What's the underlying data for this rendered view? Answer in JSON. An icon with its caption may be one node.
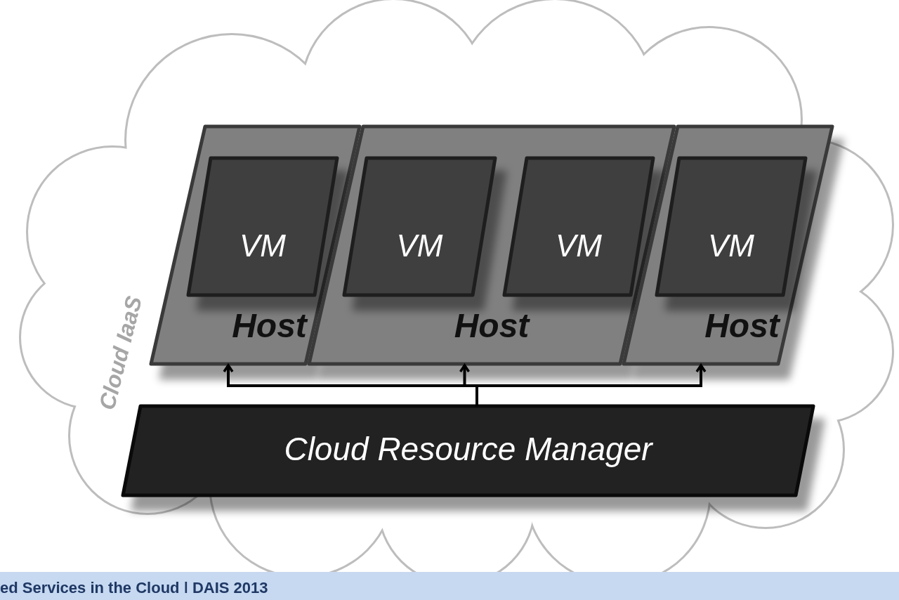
{
  "diagram": {
    "nodes": [
      {
        "text": [
          "Cloud IaaS"
        ]
      },
      {
        "text": [
          "Host"
        ],
        "in": 0
      },
      {
        "text": [
          "VM"
        ],
        "in": 1
      },
      {
        "text": [
          "Host"
        ],
        "in": 0
      },
      {
        "text": [
          "VM"
        ],
        "in": 3
      },
      {
        "text": [
          "VM"
        ],
        "in": 3
      },
      {
        "text": [
          "Host"
        ],
        "in": 0
      },
      {
        "text": [
          "VM"
        ],
        "in": 6
      },
      {
        "text": [
          "Cloud Resource Manager"
        ],
        "in": 0
      }
    ],
    "edges": [
      {
        "from": 8,
        "to": 1,
        "arrow": "to"
      },
      {
        "from": 8,
        "to": 3,
        "arrow": "to"
      },
      {
        "from": 8,
        "to": 6,
        "arrow": "to"
      }
    ],
    "labels": [
      "ed Services in the Cloud ǀ DAIS 2013"
    ]
  }
}
